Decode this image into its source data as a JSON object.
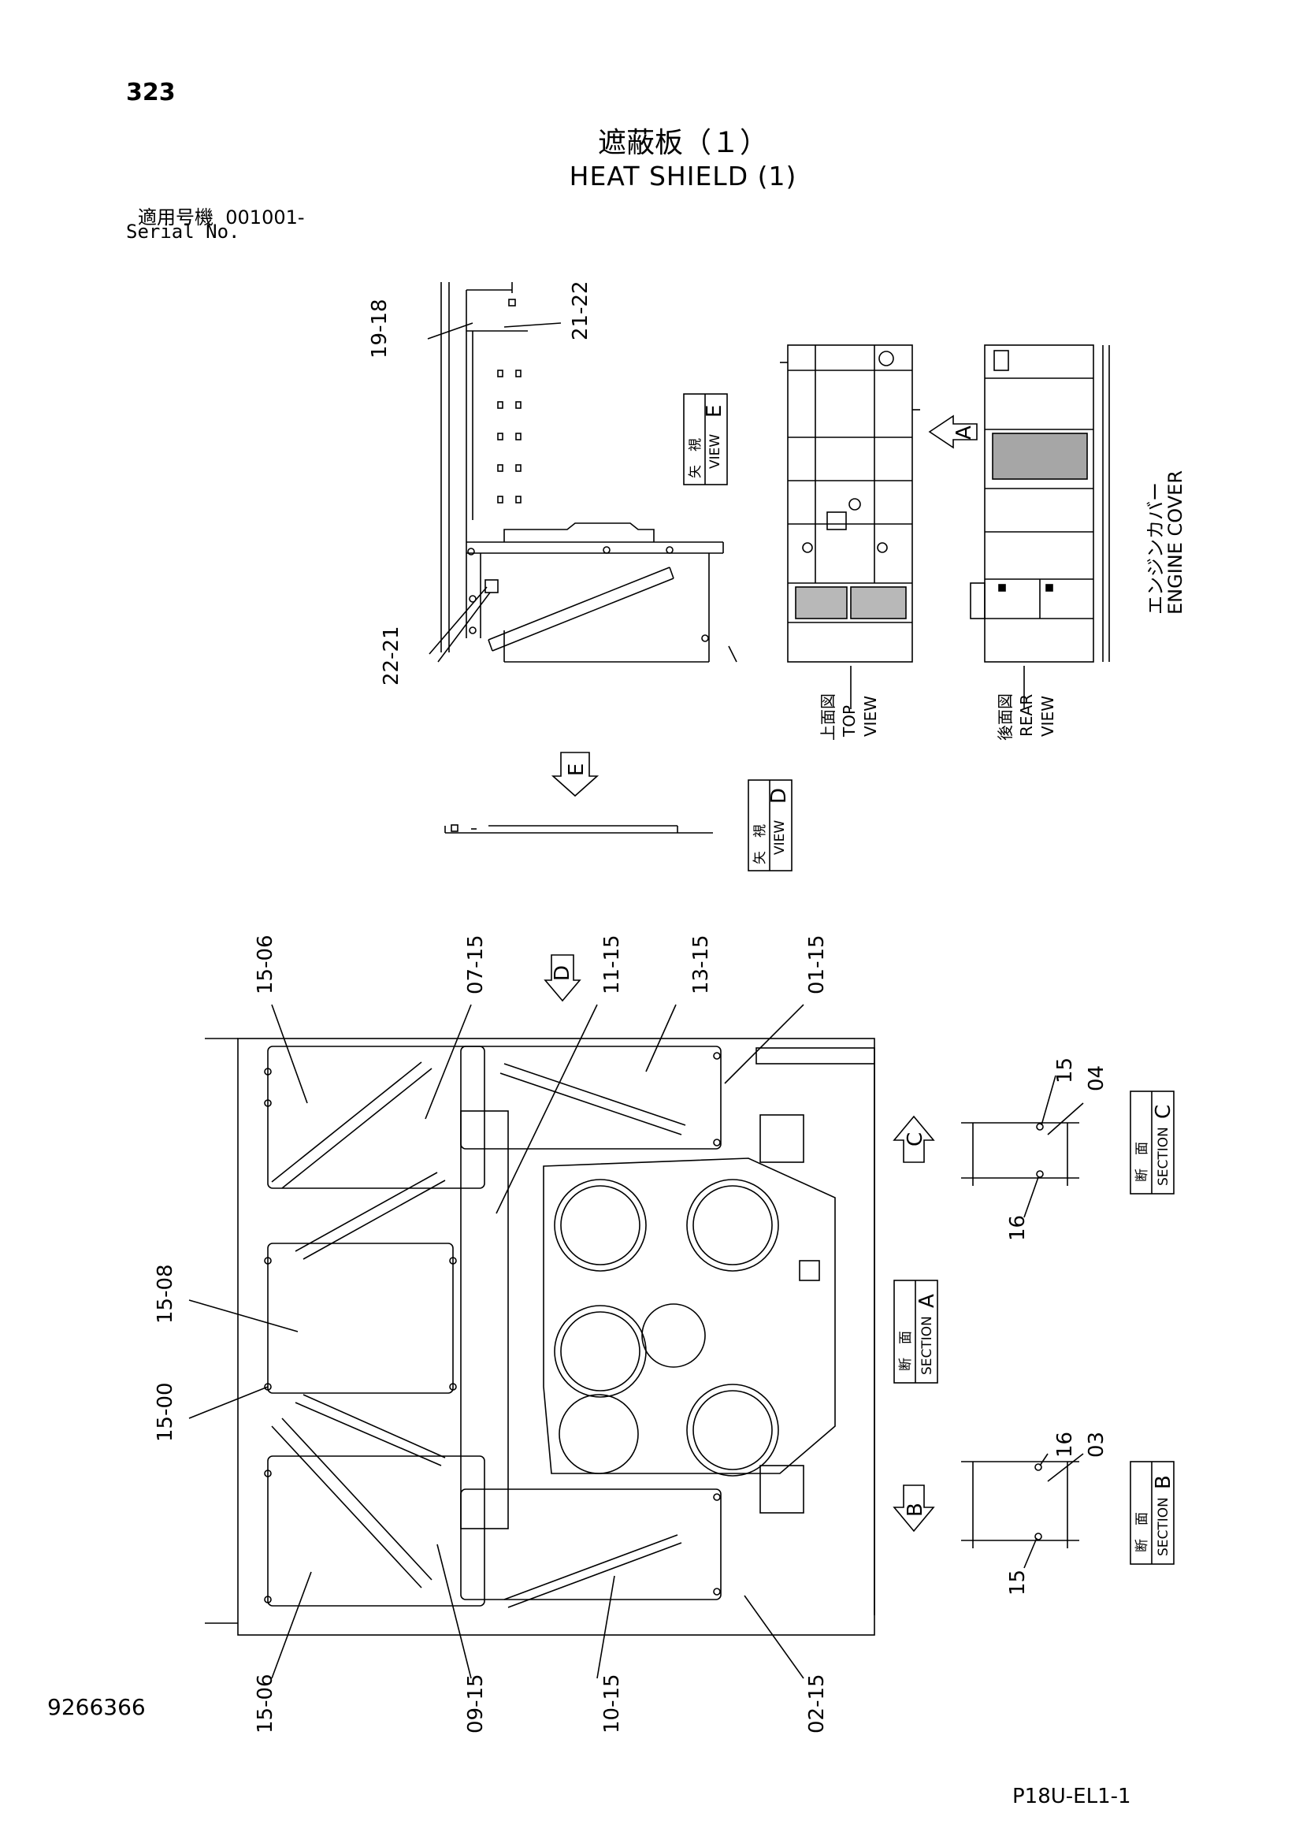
{
  "header": {
    "page_number": "323",
    "title_jp": "遮蔽板（１）",
    "title_en": "HEAT SHIELD (1)",
    "serial_label_jp": "適用号機",
    "serial_value": "001001-",
    "serial_label_en": "Serial No."
  },
  "footer": {
    "doc_id": "9266366",
    "page_code": "P18U-EL1-1"
  },
  "views": {
    "view_e_jp": "矢　視",
    "view_e_en": "VIEW",
    "view_e_letter": "E",
    "view_d_jp": "矢　視",
    "view_d_en": "VIEW",
    "view_d_letter": "D",
    "top_view_jp": "上面図",
    "top_view_en_1": "TOP",
    "top_view_en_2": "VIEW",
    "rear_view_jp": "後面図",
    "rear_view_en_1": "REAR",
    "rear_view_en_2": "VIEW",
    "engine_cover_jp": "エンジンカバー",
    "engine_cover_en": "ENGINE COVER",
    "arrow_a": "A",
    "arrow_e": "E",
    "arrow_d": "D",
    "arrow_c": "C",
    "arrow_b": "B",
    "section_jp": "断　面",
    "section_en": "SECTION",
    "section_c_letter": "C",
    "section_a_letter": "A",
    "section_b_letter": "B"
  },
  "callouts": {
    "c19_18": "19-18",
    "c21_22_top": "21-22",
    "c22_21": "22-21",
    "c15_06_top": "15-06",
    "c07_15": "07-15",
    "c11_15": "11-15",
    "c13_15": "13-15",
    "c01_15": "01-15",
    "c15_08": "15-08",
    "c15_00": "15-00",
    "c15_06_bottom": "15-06",
    "c09_15": "09-15",
    "c10_15": "10-15",
    "c02_15": "02-15",
    "sc_15": "15",
    "sc_04": "04",
    "sc_16": "16",
    "sb_16": "16",
    "sb_03": "03",
    "sb_15": "15"
  }
}
